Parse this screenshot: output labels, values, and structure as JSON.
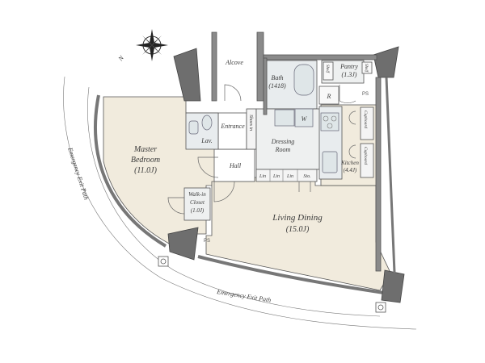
{
  "rooms": {
    "master_bedroom": {
      "name": "Master",
      "name2": "Bedroom",
      "size": "(11.0J)"
    },
    "living_dining": {
      "name": "Living Dining",
      "size": "(15.0J)"
    },
    "bath": {
      "name": "Bath",
      "size": "(1418)"
    },
    "pantry": {
      "name": "Pantry",
      "size": "(1.3J)"
    },
    "kitchen": {
      "name": "Kitchen",
      "size": "(4.4J)"
    },
    "dressing": {
      "name": "Dressing",
      "name2": "Room"
    },
    "walk_in": {
      "name": "Walk-in",
      "name2": "Closet",
      "size": "(1.0J)"
    },
    "entrance": "Entrance",
    "hall": "Hall",
    "lav": "Lav.",
    "alcove": "Alcove",
    "shoes_in": "Shoes in",
    "lin1": "Lin",
    "lin2": "Lin",
    "lin3": "Lin",
    "sto": "Sto.",
    "cupboard1": "Cupboard",
    "cupboard2": "Cupboard",
    "shelf1": "Shelf",
    "shelf2": "Shelf",
    "ps1": "PS",
    "ps2": "PS",
    "r": "R",
    "w": "W"
  },
  "paths": {
    "left": "Emergency Exit Path",
    "bottom": "Emergency Exit Path"
  },
  "compass": {
    "north": "N"
  },
  "colors": {
    "room_fill": "#f1ebdd",
    "wet_fill": "#e8ecee",
    "wall": "#8a8a8a",
    "balcony": "#f7f7f7"
  }
}
